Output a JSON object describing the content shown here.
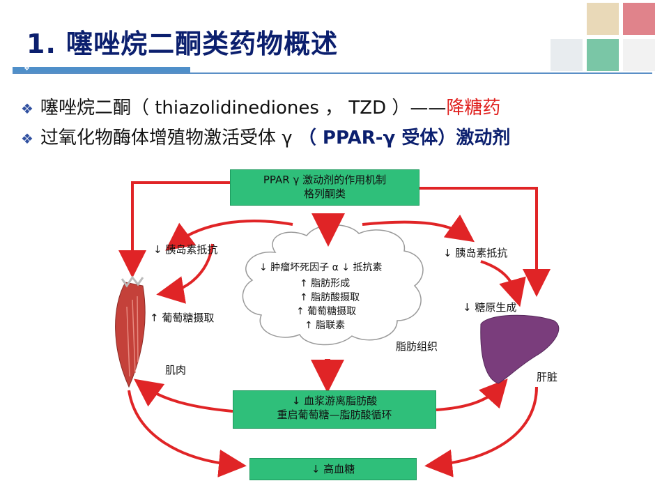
{
  "title": "1.  噻唑烷二酮类药物概述",
  "bullets": [
    {
      "mark": "❖",
      "text_a": "噻唑烷二酮（ thiazolidinediones ，  TZD ）——",
      "text_b": "降糖药"
    },
    {
      "mark": "❖",
      "text_a": "过氧化物酶体增殖物激活受体 γ ",
      "text_b": "（ PPAR-γ 受体）激动剂"
    }
  ],
  "diagram": {
    "top_box": {
      "line1": "PPAR γ 激动剂的作用机制",
      "line2": "格列酮类"
    },
    "mid_box": {
      "line1": "↓ 血浆游离脂肪酸",
      "line2": "重启葡萄糖—脂肪酸循环"
    },
    "bottom_box": "↓ 高血糖",
    "left_insulin": "↓ 胰岛素抵抗",
    "right_insulin": "↓ 胰岛素抵抗",
    "glucose_uptake": "↑ 葡萄糖摄取",
    "gluconeogenesis": "↓ 糖原生成",
    "muscle": "肌肉",
    "liver": "肝脏",
    "adipose": "脂肪组织",
    "cloud": [
      "↓ 肿瘤坏死因子 α  ↓ 抵抗素",
      "↑ 脂肪形成",
      "↑ 脂肪酸摄取",
      "↑ 葡萄糖摄取",
      "↑ 脂联素"
    ]
  },
  "colors": {
    "title": "#0b1f6e",
    "accent_red": "#e0201e",
    "box_green": "#2fbf7a",
    "arrow_red": "#e02426"
  }
}
